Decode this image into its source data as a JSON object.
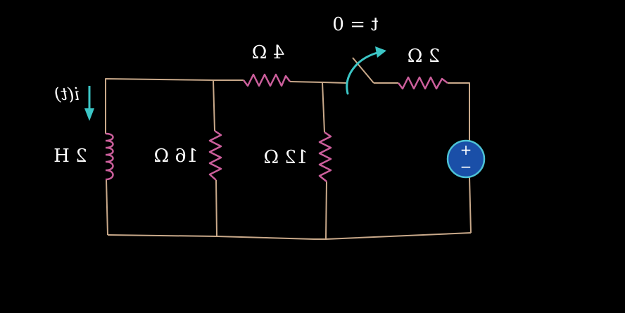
{
  "colors": {
    "background": "#000000",
    "wire": "#c9a98a",
    "resistor": "#cc5f9c",
    "inductor": "#cc5f9c",
    "arrow": "#3cc6c6",
    "source_fill": "#1a4fa8",
    "source_ring": "#4dc3d6",
    "text": "#ffffff"
  },
  "labels": {
    "inductor_value": "2 H",
    "current_label": "i(t)",
    "r16_value": "16 Ω",
    "r12_value": "12 Ω",
    "r4_value": "4 Ω",
    "r2_value": "2 Ω",
    "switch_time": "t = 0",
    "source_plus": "+",
    "source_minus": "−"
  }
}
